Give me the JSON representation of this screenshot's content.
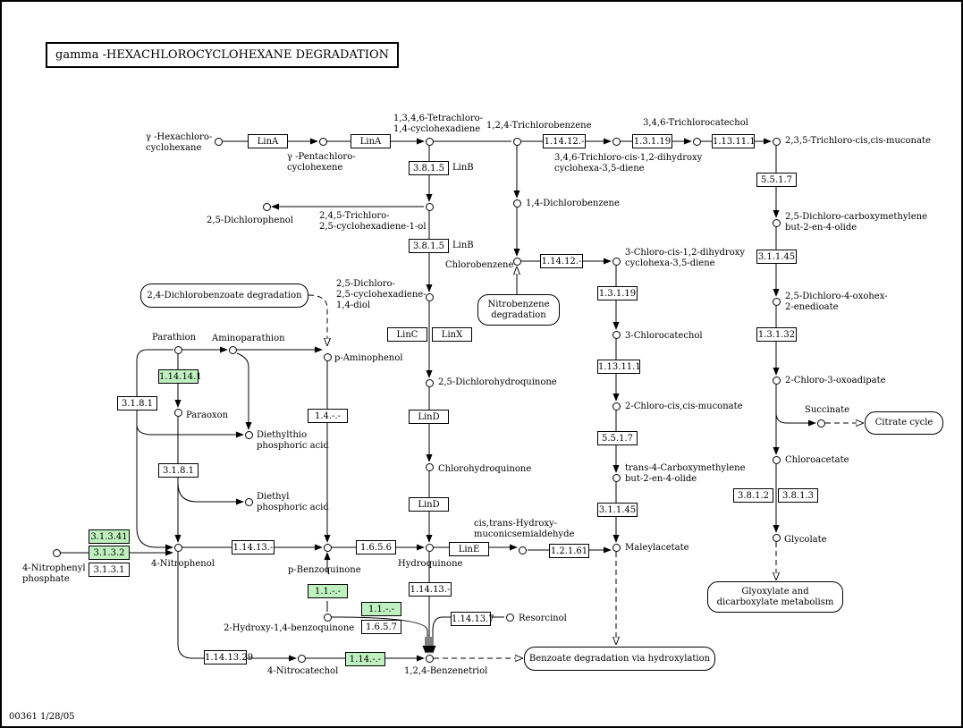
{
  "title": "gamma -HEXACHLOROCYCLOHEXANE DEGRADATION",
  "footer": "00361  1/28/05",
  "compounds": {
    "hch": "γ -Hexachloro-\ncyclohexane",
    "pchh": "γ -Pentachloro-\ncyclohexene",
    "tetra": "1,3,4,6-Tetrachloro-\n1,4-cyclohexadiene",
    "tcb": "1,2,4-Trichlorobenzene",
    "tcc_head": "3,4,6-Trichlorocatechol",
    "tcmuc": "2,3,5-Trichloro-cis,cis-muconate",
    "tcdiol": "3,4,6-Trichloro-cis-1,2-dihydroxy\ncyclohexa-3,5-diene",
    "dcp": "2,5-Dichlorophenol",
    "tcol": "2,4,5-Trichloro-\n2,5-cyclohexadiene-1-ol",
    "dcb": "1,4-Dichlorobenzene",
    "dccm": "2,5-Dichloro-carboxymethylene\nbut-2-en-4-olide",
    "cb": "Chlorobenzene",
    "ccdiol": "3-Chloro-cis-1,2-dihydroxy\ncyclohexa-3,5-diene",
    "dcdiol": "2,5-Dichloro-\n2,5-cyclohexadiene-\n1,4-diol",
    "dcoxo": "2,5-Dichloro-4-oxohex-\n2-enedioate",
    "parathion": "Parathion",
    "aminoparathion": "Aminoparathion",
    "pap": "p-Aminophenol",
    "ccat": "3-Chlorocatechol",
    "cocx": "2-Chloro-3-oxoadipate",
    "dchq": "2,5-Dichlorohydroquinone",
    "paraoxon": "Paraoxon",
    "ccm": "2-Chloro-cis,cis-muconate",
    "succinate": "Succinate",
    "detpa": "Diethylthio\nphosphoric acid",
    "chq": "Chlorohydroquinone",
    "tcmb": "trans-4-Carboxymethylene\nbut-2-en-4-olide",
    "chloroacetate": "Chloroacetate",
    "depa": "Diethyl\nphosphoric acid",
    "hmma": "cis,trans-Hydroxy-\nmuconicsemialdehyde",
    "npp": "4-Nitrophenyl\nphosphate",
    "np": "4-Nitrophenol",
    "maleylacetate": "Maleylacetate",
    "glycolate": "Glycolate",
    "pbq": "p-Benzoquinone",
    "hq": "Hydroquinone",
    "resorcinol": "Resorcinol",
    "hbq": "2-Hydroxy-1,4-benzoquinone",
    "nc": "4-Nitrocatechol",
    "bt": "1,2,4-Benzenetriol"
  },
  "maps": {
    "dcbz": "2,4-Dichlorobenzoate degradation",
    "nitro": "Nitrobenzene\ndegradation",
    "citrate": "Citrate cycle",
    "glyox": "Glyoxylate and\ndicarboxylate metabolism",
    "benzoate": "Benzoate degradation via hydroxylation"
  },
  "enzymes": {
    "linA1": "LinA",
    "linA2": "LinA",
    "e3815a": "3.8.1.5",
    "linB_a": "LinB",
    "e3815b": "3.8.1.5",
    "linB_b": "LinB",
    "e11412a": "1.14.12.-",
    "e13119a": "1.3.1.19",
    "e113111a": "1.13.11.1",
    "e5517a": "5.5.1.7",
    "e31145a": "3.1.1.45",
    "e11412b": "1.14.12.-",
    "e13119b": "1.3.1.19",
    "e13132": "1.3.1.32",
    "linC": "LinC",
    "linX": "LinX",
    "e114141": "1.14.14.1",
    "e3181a": "3.1.8.1",
    "e14": "1.4.-.-",
    "e113111b": "1.13.11.1",
    "linD1": "LinD",
    "e5517b": "5.5.1.7",
    "e3181b": "3.1.8.1",
    "e3812": "3.8.1.2",
    "e3813": "3.8.1.3",
    "linD2": "LinD",
    "e31145b": "3.1.1.45",
    "e31341": "3.1.3.41",
    "e3132": "3.1.3.2",
    "e3131": "3.1.3.1",
    "e11413a": "1.14.13.-",
    "e1656a": "1.6.5.6",
    "linE": "LinE",
    "e12161": "1.2.1.61",
    "e11b": "1.1.-.-",
    "e11413b": "1.14.13.-",
    "e11a": "1.1.-.-",
    "e1657": "1.6.5.7",
    "e114137": "1.14.13.7",
    "e1141329": "1.14.13.29",
    "e114": "1.14.-.-"
  },
  "colors": {
    "line": "#000000",
    "enzyme_found": "#bff0bf",
    "background": "#ffffff"
  }
}
